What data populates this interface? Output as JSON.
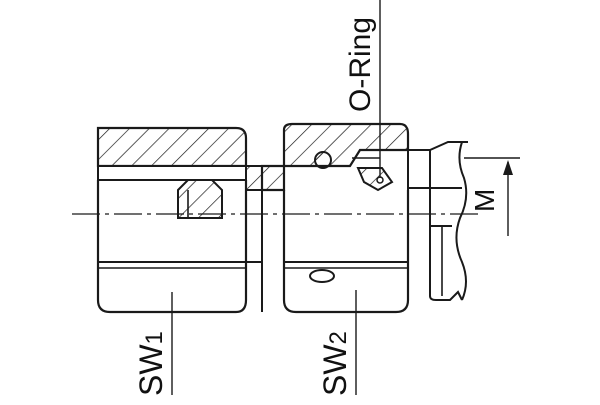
{
  "labels": {
    "o_ring": "O-Ring",
    "m": "M",
    "sw1": {
      "base": "SW",
      "sub": "1"
    },
    "sw2": {
      "base": "SW",
      "sub": "2"
    }
  },
  "colors": {
    "line": "#1a1a1a",
    "background": "#ffffff"
  }
}
